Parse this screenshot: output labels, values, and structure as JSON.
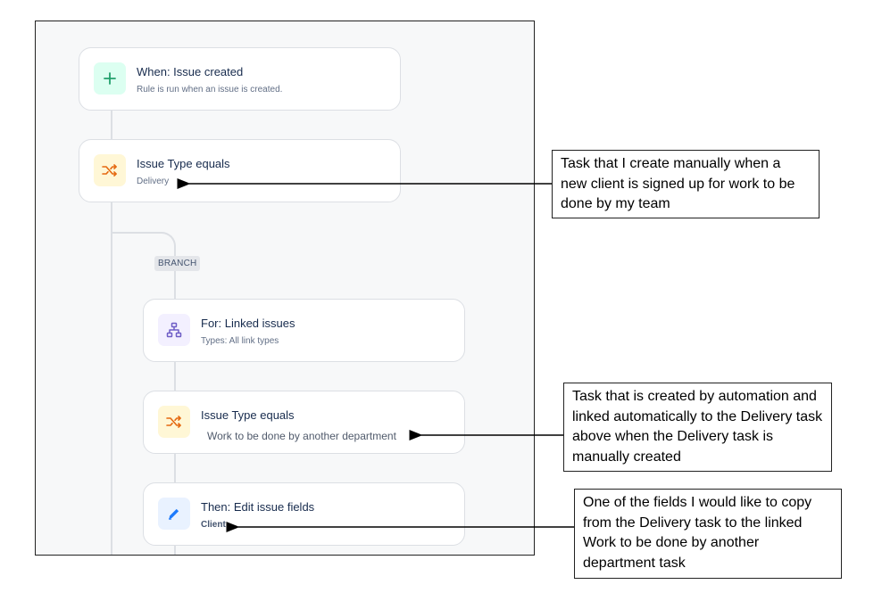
{
  "flow": {
    "trigger": {
      "title": "When: Issue created",
      "subtitle": "Rule is run when an issue is created."
    },
    "condition1": {
      "title": "Issue Type equals",
      "subtitle": "Delivery"
    },
    "branch_label": "BRANCH",
    "branch_rule": {
      "title": "For: Linked issues",
      "subtitle": "Types: All link types"
    },
    "condition2": {
      "title": "Issue Type equals",
      "subtitle": "Work to be done by another department"
    },
    "action": {
      "title": "Then: Edit issue fields",
      "subtitle": "Client"
    }
  },
  "icons": {
    "trigger": "plus-icon",
    "condition": "shuffle-icon",
    "branch": "hierarchy-icon",
    "action": "pencil-icon"
  },
  "colors": {
    "trigger_bg": "#dcfff1",
    "trigger_fg": "#22a06b",
    "condition_bg": "#fff7d6",
    "condition_fg": "#e56910",
    "branch_bg": "#f3f0ff",
    "branch_fg": "#6e5dc6",
    "action_bg": "#e9f2ff",
    "action_fg": "#1d7afc"
  },
  "annotations": {
    "delivery_note": "Task that I create manually when a new client is signed up for work to be done by my team",
    "linked_note": "Task that is created by automation and linked automatically to the Delivery task above when the Delivery task is manually created",
    "field_note": "One of the fields I would like to copy from the Delivery task to the linked Work to be done by another department task"
  }
}
